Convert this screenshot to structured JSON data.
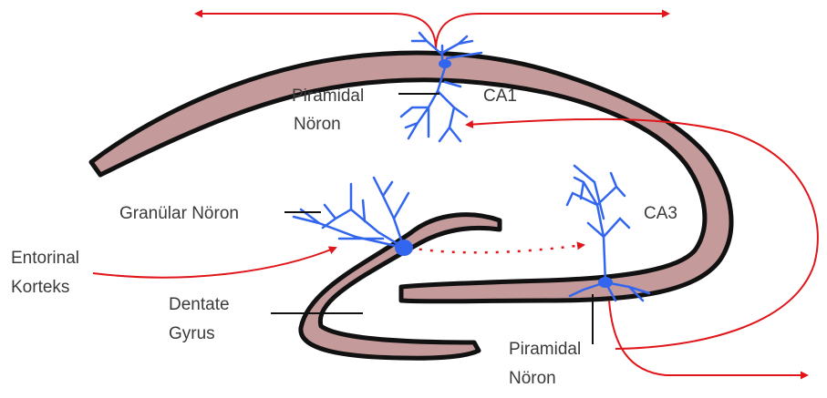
{
  "labels": {
    "piramidal_top_line1": "Piramidal",
    "piramidal_top_line2": "Nöron",
    "ca1": "CA1",
    "granular": "Granülar Nöron",
    "ca3": "CA3",
    "entorinal_line1": "Entorinal",
    "entorinal_line2": "Korteks",
    "dentate_line1": "Dentate",
    "dentate_line2": "Gyrus",
    "piramidal_bottom_line1": "Piramidal",
    "piramidal_bottom_line2": "Nöron"
  },
  "colors": {
    "tissue_fill": "#c49a9a",
    "tissue_outline": "#111111",
    "neuron": "#3366ee",
    "arrow": "#e0161b",
    "pointer_line": "#111111",
    "label_text": "#3a3a3a"
  }
}
